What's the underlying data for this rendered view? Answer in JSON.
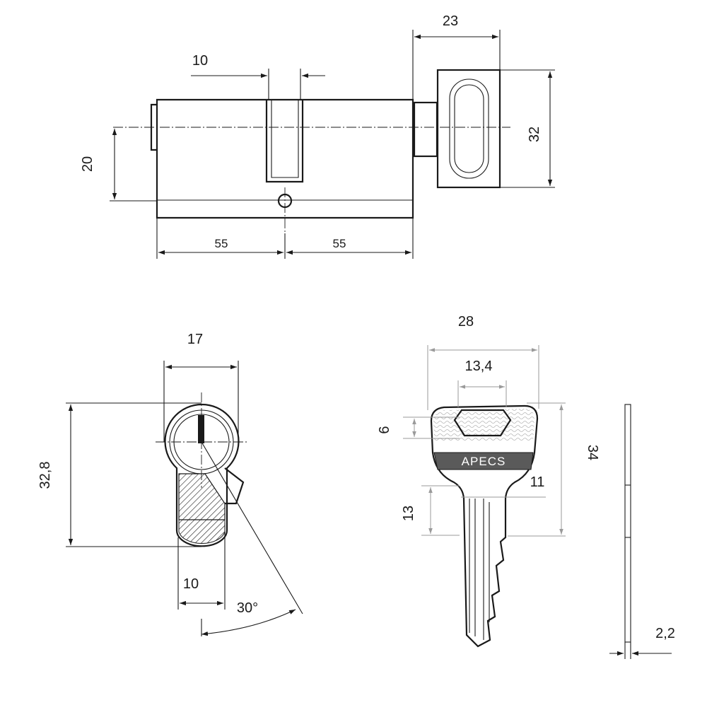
{
  "cylinder_side_view": {
    "dim_width_23": "23",
    "dim_cam_10": "10",
    "dim_height_20": "20",
    "dim_knob_32": "32",
    "dim_left_55": "55",
    "dim_right_55": "55"
  },
  "cylinder_profile_view": {
    "dim_width_17": "17",
    "dim_height_32_8": "32,8",
    "dim_bottom_10": "10",
    "dim_angle_30": "30°"
  },
  "key_view": {
    "brand_label": "APECS",
    "dim_width_28": "28",
    "dim_head_13_4": "13,4",
    "dim_hole_6": "6",
    "dim_length_34": "34",
    "dim_shoulder_11": "11",
    "dim_blade_13": "13"
  },
  "key_edge_view": {
    "dim_thickness_2_2": "2,2"
  }
}
